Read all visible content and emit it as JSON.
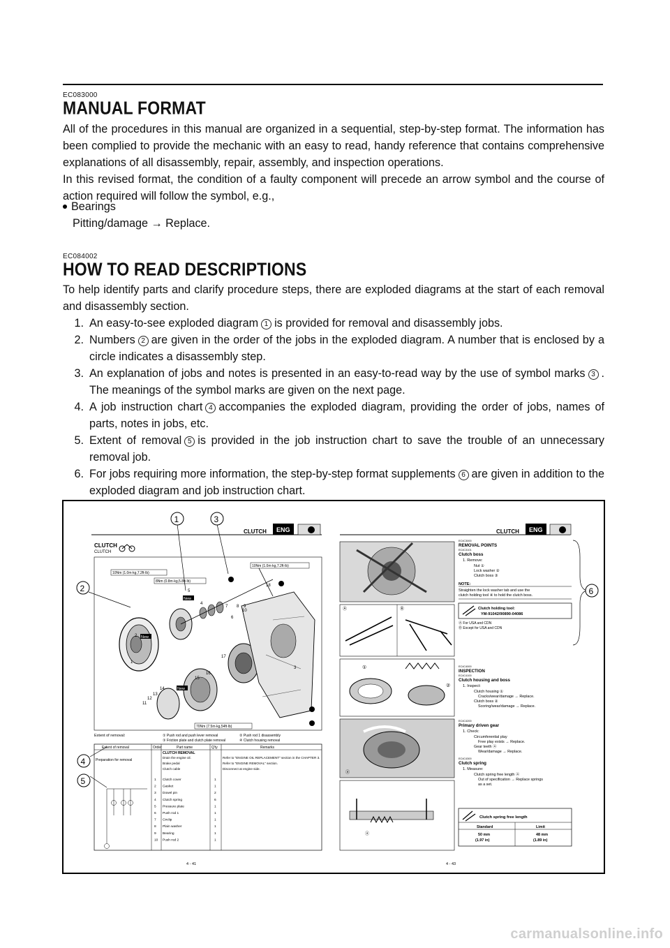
{
  "section1": {
    "code": "EC083000",
    "title": "MANUAL FORMAT",
    "para1": "All of the procedures in this manual are organized in a sequential, step-by-step format. The information has been complied to provide the mechanic with an easy to read, handy reference that contains comprehensive explanations of all disassembly, repair, assembly, and inspection operations.",
    "para2": "In this revised format, the condition of a faulty component will precede an arrow symbol and the course of action required will follow the symbol, e.g.,",
    "bullet": "Bearings",
    "bullet_sub": "Pitting/damage → Replace."
  },
  "section2": {
    "code": "EC084002",
    "title": "HOW TO READ DESCRIPTIONS",
    "intro": "To help identify parts and clarify procedure steps, there are exploded diagrams at the start of each removal and disassembly section.",
    "items": [
      {
        "num": "1.",
        "before": "An easy-to-see exploded diagram",
        "mark": "1",
        "after": "is provided for removal and disassembly jobs."
      },
      {
        "num": "2.",
        "before": "Numbers",
        "mark": "2",
        "after": "are given in the order of the jobs in the exploded diagram. A number that is enclosed by a circle indicates a disassembly step."
      },
      {
        "num": "3.",
        "before": "An explanation of jobs and notes is presented in an easy-to-read way by the use of symbol marks",
        "mark": "3",
        "after": ". The meanings of the symbol marks are given on the next page."
      },
      {
        "num": "4.",
        "before": "A job instruction chart",
        "mark": "4",
        "after": "accompanies the exploded diagram, providing the order of jobs, names of parts, notes in jobs, etc."
      },
      {
        "num": "5.",
        "before": "Extent of removal",
        "mark": "5",
        "after": "is provided in the job instruction chart to save the trouble of an unnecessary removal job."
      },
      {
        "num": "6.",
        "before": "For jobs requiring more information, the step-by-step format supplements",
        "mark": "6",
        "after": "are given in addition to the exploded diagram and job instruction chart."
      }
    ]
  },
  "figure": {
    "callouts": [
      "1",
      "2",
      "3",
      "4",
      "5",
      "6"
    ],
    "left_page": {
      "header": "CLUTCH",
      "eng": "ENG",
      "title": "CLUTCH",
      "subtitle": "CLUTCH",
      "torques": [
        "10Nm (1.0m·kg,7.2ft·lb)",
        "8Nm (0.8m·kg,5.8ft·lb)",
        "10Nm (1.0m·kg,7.2ft·lb)",
        "70Nm (7.5m·kg,54ft·lb)"
      ],
      "new_labels": [
        "New",
        "New",
        "New"
      ],
      "part_numbers": [
        "1",
        "2",
        "3",
        "4",
        "5",
        "6",
        "7",
        "8",
        "9",
        "10",
        "11",
        "12",
        "13",
        "14",
        "15",
        "16",
        "17",
        "18"
      ],
      "extent_label": "Extent of removal:",
      "extent_items": [
        "① Push rod and push lever removal",
        "② Push rod 1 disassembly",
        "③ Friction plate and clutch plate removal",
        "④ Clutch housing removal"
      ],
      "table_headers": [
        "Extent of removal",
        "Order",
        "Part name",
        "Q'ty",
        "Remarks"
      ],
      "prep_label": "Preparation for removal",
      "removal_head": "CLUTCH REMOVAL",
      "prep_rows": [
        {
          "part": "Drain the engine oil.",
          "remarks": "Refer to \"ENGINE OIL REPLACEMENT\" section in the CHAPTER 3."
        },
        {
          "part": "Brake pedal",
          "remarks": "Refer to \"ENGINE REMOVAL\" section."
        },
        {
          "part": "Clutch cable",
          "remarks": "Disconnect at engine side."
        }
      ],
      "rows": [
        {
          "order": "1",
          "part": "Clutch cover",
          "qty": "1"
        },
        {
          "order": "2",
          "part": "Gasket",
          "qty": "1"
        },
        {
          "order": "3",
          "part": "Dowel pin",
          "qty": "2"
        },
        {
          "order": "4",
          "part": "Clutch spring",
          "qty": "6"
        },
        {
          "order": "5",
          "part": "Pressure plate",
          "qty": "1"
        },
        {
          "order": "6",
          "part": "Push rod 1",
          "qty": "1"
        },
        {
          "order": "7",
          "part": "Circlip",
          "qty": "1"
        },
        {
          "order": "8",
          "part": "Plain washer",
          "qty": "1"
        },
        {
          "order": "9",
          "part": "Bearing",
          "qty": "1"
        },
        {
          "order": "10",
          "part": "Push rod 2",
          "qty": "1"
        }
      ],
      "page_no": "4 - 41"
    },
    "right_page": {
      "header": "CLUTCH",
      "eng": "ENG",
      "code1": "EC4C3000",
      "removal_points": "REMOVAL POINTS",
      "code2": "EC4C3101",
      "clutch_boss": "Clutch boss",
      "remove": "1. Remove:",
      "remove_items": [
        "Nut ①",
        "Lock washer ②",
        "Clutch boss ③"
      ],
      "note_label": "NOTE:",
      "note_text": [
        "Straighten the lock washer tab and use the",
        "clutch holding tool ④ to hold the clutch boss."
      ],
      "tool_title": "Clutch holding tool:",
      "tool_number": "YM-91042/90890-04086",
      "tool_notes": [
        "Ⓐ For USA and CDN",
        "Ⓑ Except for USA and CDN"
      ],
      "code3": "EC4C4000",
      "inspection": "INSPECTION",
      "code4": "EC4C4100",
      "housing_boss": "Clutch housing and boss",
      "inspect": "1. Inspect:",
      "inspect_items": [
        "Clutch housing ①",
        "Cracks/wear/damage → Replace.",
        "Clutch boss ②",
        "Scoring/wear/damage → Replace."
      ],
      "code5": "EC4C4200",
      "primary_gear": "Primary driven gear",
      "check": "1. Check:",
      "check_items": [
        "Circumferential play",
        "Free play exists → Replace.",
        "Gear teeth ⓐ",
        "Wear/damage → Replace."
      ],
      "code6": "EC4C4300",
      "clutch_spring": "Clutch spring",
      "measure": "1. Measure:",
      "measure_items": [
        "Clutch spring free length ⓐ",
        "Out of specification → Replace springs",
        "as a set."
      ],
      "spec_title": "Clutch spring free length",
      "spec_headers": [
        "Standard",
        "Limit"
      ],
      "spec_values": [
        "50 mm",
        "48 mm"
      ],
      "spec_values_in": [
        "(1.97 in)",
        "(1.89 in)"
      ],
      "fig_labels": [
        "Ⓐ",
        "Ⓑ",
        "①",
        "②",
        "ⓐ",
        "ⓐ"
      ],
      "page_no": "4 - 43"
    }
  },
  "watermark": "carmanualsonline.info"
}
